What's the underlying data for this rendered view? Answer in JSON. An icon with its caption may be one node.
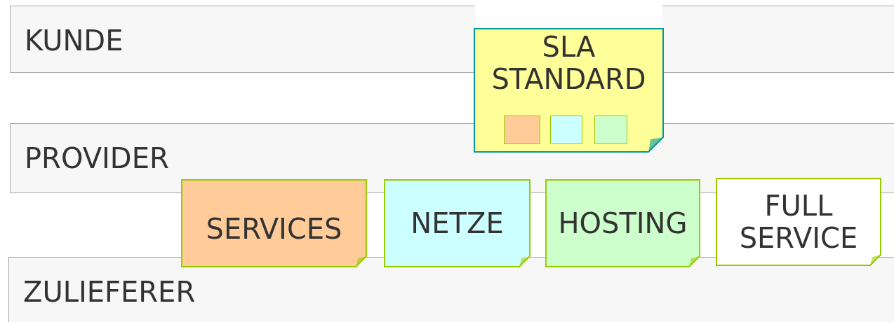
{
  "diagram": {
    "nodes": [
      {
        "text": [
          "KUNDE"
        ]
      },
      {
        "text": [
          "PROVIDER"
        ]
      },
      {
        "text": [
          "ZULIEFERER"
        ]
      },
      {
        "text": [
          "SLA STANDARD"
        ]
      },
      {
        "text": [],
        "shape": "box",
        "in": 3
      },
      {
        "text": [],
        "shape": "box",
        "in": 3
      },
      {
        "text": [],
        "shape": "box",
        "in": 3
      },
      {
        "text": [
          "SERVICES"
        ]
      },
      {
        "text": [
          "NETZE"
        ]
      },
      {
        "text": [
          "HOSTING"
        ]
      },
      {
        "text": [
          "FULL SERVICE"
        ]
      }
    ],
    "edges": []
  }
}
